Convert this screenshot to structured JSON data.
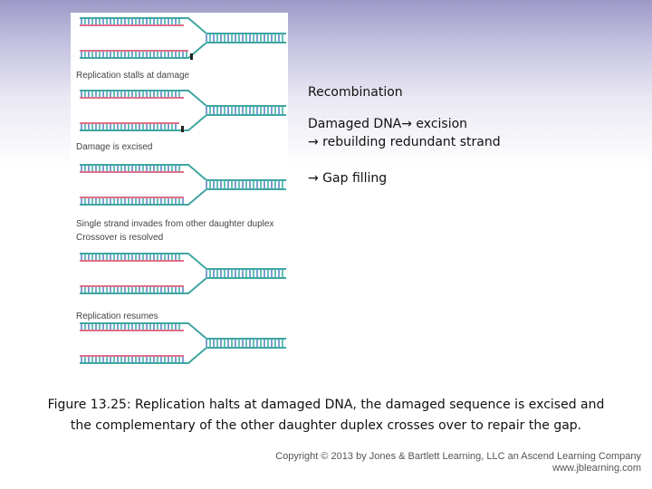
{
  "figure": {
    "captions": [
      "Replication stalls at damage",
      "Damage is excised",
      "Single strand invades from other daughter duplex",
      "Crossover is resolved",
      "Replication resumes"
    ],
    "colors": {
      "backbone": "#3fa6a2",
      "rung_blue": "#5d86c6",
      "rung_teal": "#3fb0a8",
      "new_strand_red": "#df6f8a",
      "damage": "#222222"
    }
  },
  "notes": {
    "line1": "Recombination",
    "line2a": "Damaged DNA",
    "line2b": " excision",
    "line3": " rebuilding redundant strand",
    "line4": " Gap filling",
    "arrow": "→"
  },
  "caption": {
    "line1": "Figure 13.25: Replication halts at damaged DNA, the damaged sequence is excised and",
    "line2": "the complementary of the other daughter duplex crosses over to repair the gap."
  },
  "copyright": {
    "line1": "Copyright © 2013 by Jones & Bartlett Learning, LLC an Ascend Learning Company",
    "line2": "www.jblearning.com"
  }
}
